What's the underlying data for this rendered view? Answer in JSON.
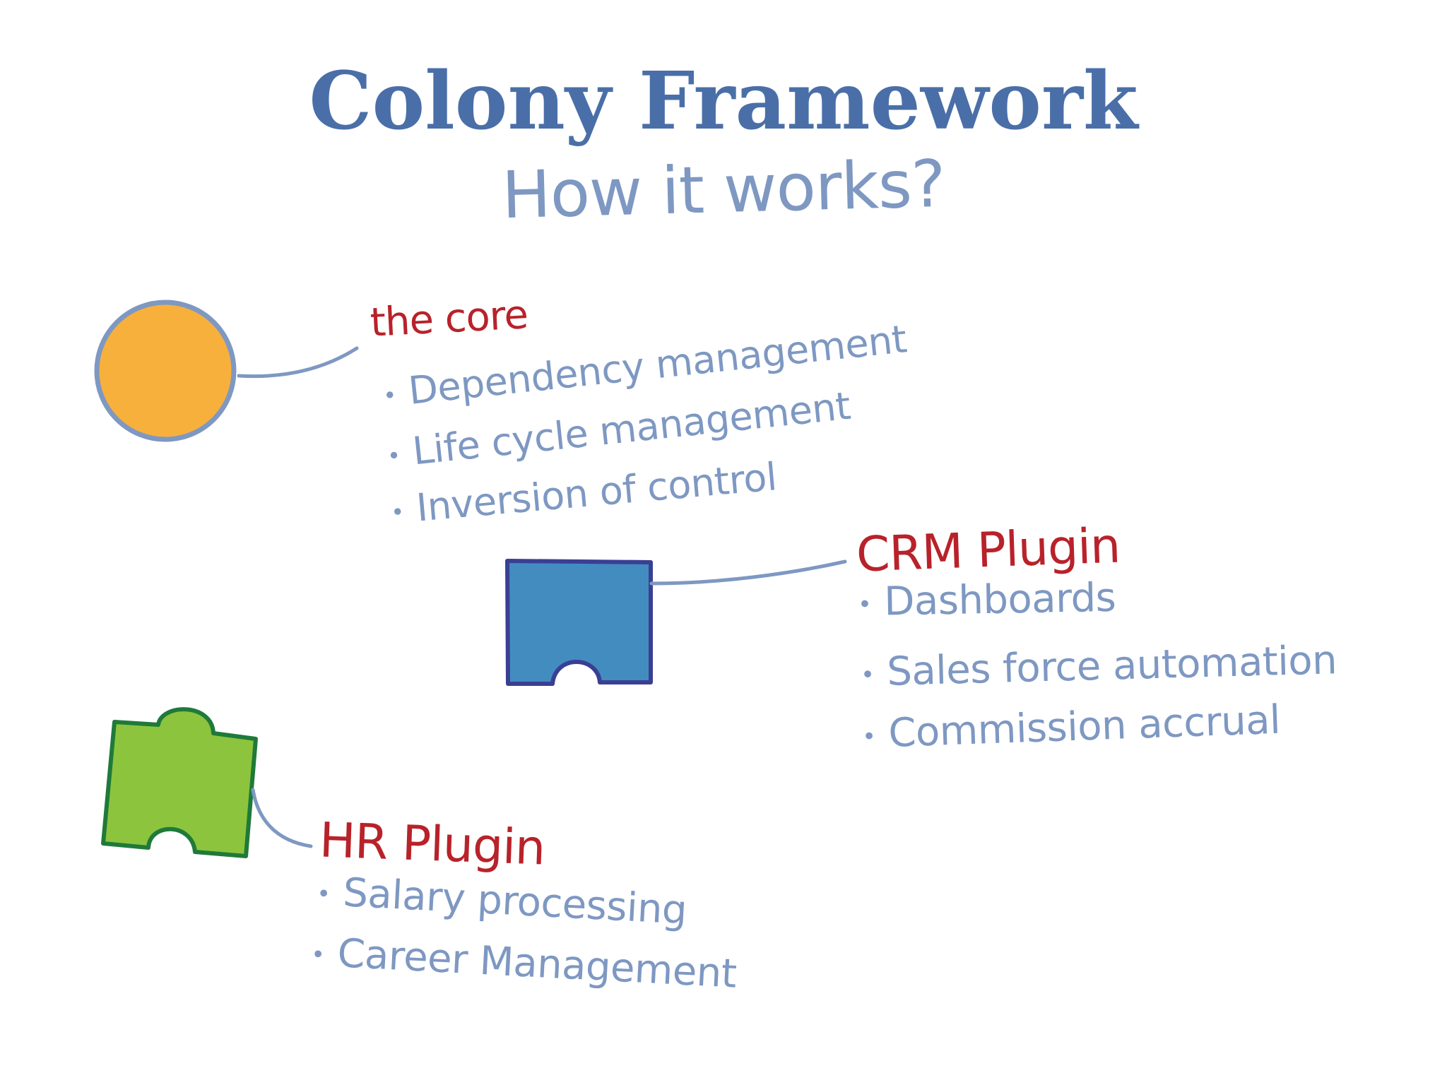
{
  "title": "Colony Framework",
  "subtitle": "How it works?",
  "colors": {
    "title": "#4a6fa8",
    "text": "#7e98c2",
    "heading": "#b8222a",
    "core_fill": "#f8b03c",
    "crm_fill": "#438cbf",
    "crm_border": "#3a3f94",
    "hr_fill": "#8dc43e",
    "hr_border": "#1f7a3a"
  },
  "icons": {
    "core": "circle",
    "crm": "puzzle-piece",
    "hr": "puzzle-piece"
  },
  "core": {
    "heading": "the core",
    "items": [
      "Dependency management",
      "Life cycle management",
      "Inversion of control"
    ]
  },
  "crm_plugin": {
    "heading": "CRM Plugin",
    "items": [
      "Dashboards",
      "Sales force automation",
      "Commission accrual"
    ]
  },
  "hr_plugin": {
    "heading": "HR Plugin",
    "items": [
      "Salary processing",
      "Career Management"
    ]
  }
}
